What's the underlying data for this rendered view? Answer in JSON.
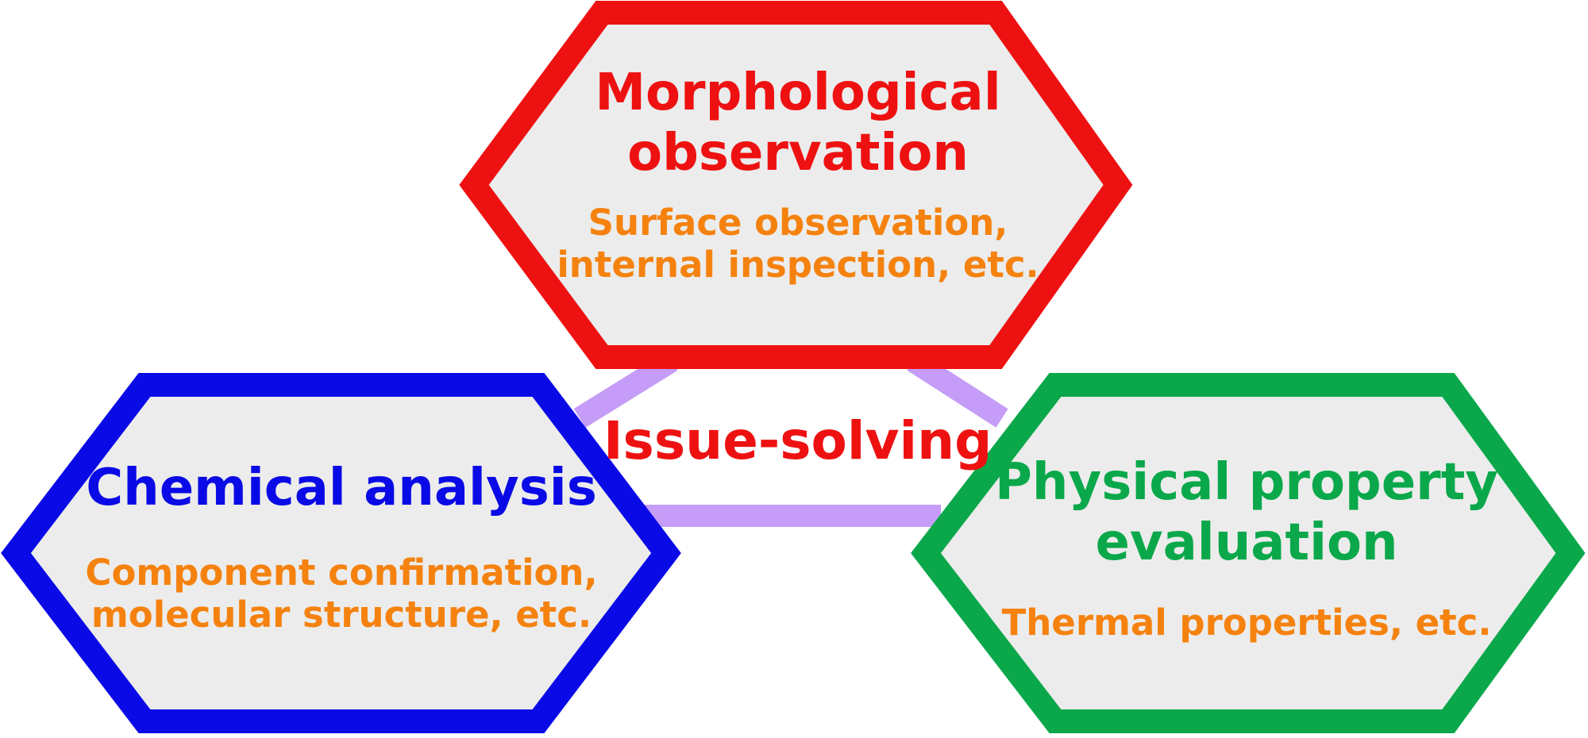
{
  "colors": {
    "morph": "#ee1111",
    "chem": "#0a0ae6",
    "phys": "#0aa84a",
    "sub": "#f5820f",
    "fill": "#ececec",
    "connector": "#c59cf7"
  },
  "center": {
    "label": "Issue-solving"
  },
  "nodes": {
    "morph": {
      "title_lines": [
        "Morphological",
        "observation"
      ],
      "sub_lines": [
        "Surface observation,",
        "internal inspection, etc."
      ]
    },
    "chem": {
      "title_lines": [
        "Chemical analysis"
      ],
      "sub_lines": [
        "Component confirmation,",
        "molecular structure, etc."
      ]
    },
    "phys": {
      "title_lines": [
        "Physical property",
        "evaluation"
      ],
      "sub_lines": [
        "Thermal properties, etc."
      ]
    }
  }
}
